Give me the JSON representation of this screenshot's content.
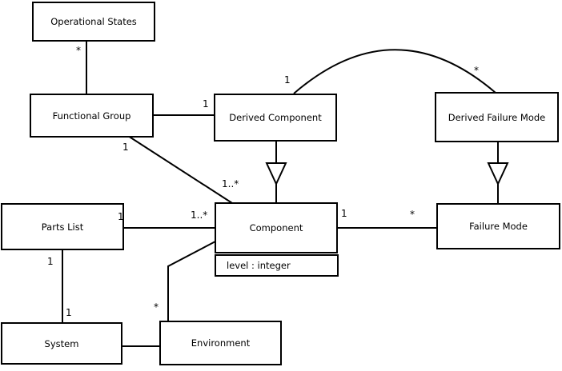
{
  "diagram": {
    "type": "uml-class-diagram",
    "colors": {
      "line": "#000000",
      "background": "#ffffff",
      "box_fill": "#ffffff",
      "text": "#000000"
    },
    "classes": [
      {
        "name": "Operational States",
        "attributes": []
      },
      {
        "name": "Functional Group",
        "attributes": []
      },
      {
        "name": "Derived Component",
        "attributes": []
      },
      {
        "name": "Derived Failure Mode",
        "attributes": []
      },
      {
        "name": "Component",
        "attributes": [
          "level : integer"
        ]
      },
      {
        "name": "Failure Mode",
        "attributes": []
      },
      {
        "name": "Parts List",
        "attributes": []
      },
      {
        "name": "System",
        "attributes": []
      },
      {
        "name": "Environment",
        "attributes": []
      }
    ],
    "relationships": [
      {
        "from": "Operational States",
        "to": "Functional Group",
        "type": "association",
        "labels": [
          {
            "end": "Operational States",
            "text": "*"
          }
        ]
      },
      {
        "from": "Functional Group",
        "to": "Derived Component",
        "type": "association",
        "labels": [
          {
            "end": "Derived Component",
            "text": "1"
          }
        ]
      },
      {
        "from": "Derived Component",
        "to": "Derived Failure Mode",
        "type": "association-arc",
        "labels": [
          {
            "end": "Derived Component",
            "text": "1"
          },
          {
            "end": "Derived Failure Mode",
            "text": "*"
          }
        ]
      },
      {
        "from": "Functional Group",
        "to": "Component",
        "type": "association",
        "labels": [
          {
            "end": "Functional Group",
            "text": "1"
          },
          {
            "end": "Component",
            "text": "1..*"
          }
        ]
      },
      {
        "from": "Parts List",
        "to": "Component",
        "type": "association",
        "labels": [
          {
            "end": "Parts List",
            "text": "1"
          },
          {
            "end": "Component",
            "text": "1..*"
          }
        ]
      },
      {
        "from": "Component",
        "to": "Failure Mode",
        "type": "association",
        "labels": [
          {
            "end": "Component",
            "text": "1"
          },
          {
            "end": "Failure Mode",
            "text": "*"
          }
        ]
      },
      {
        "from": "Derived Component",
        "to": "Component",
        "type": "generalization",
        "labels": []
      },
      {
        "from": "Derived Failure Mode",
        "to": "Failure Mode",
        "type": "generalization",
        "labels": []
      },
      {
        "from": "Parts List",
        "to": "System",
        "type": "association",
        "labels": [
          {
            "end": "Parts List",
            "text": "1"
          },
          {
            "end": "System",
            "text": "1"
          }
        ]
      },
      {
        "from": "Environment",
        "to": "Component",
        "type": "association",
        "labels": [
          {
            "end": "Environment",
            "text": "*"
          }
        ]
      },
      {
        "from": "System",
        "to": "Environment",
        "type": "association",
        "labels": []
      }
    ]
  }
}
